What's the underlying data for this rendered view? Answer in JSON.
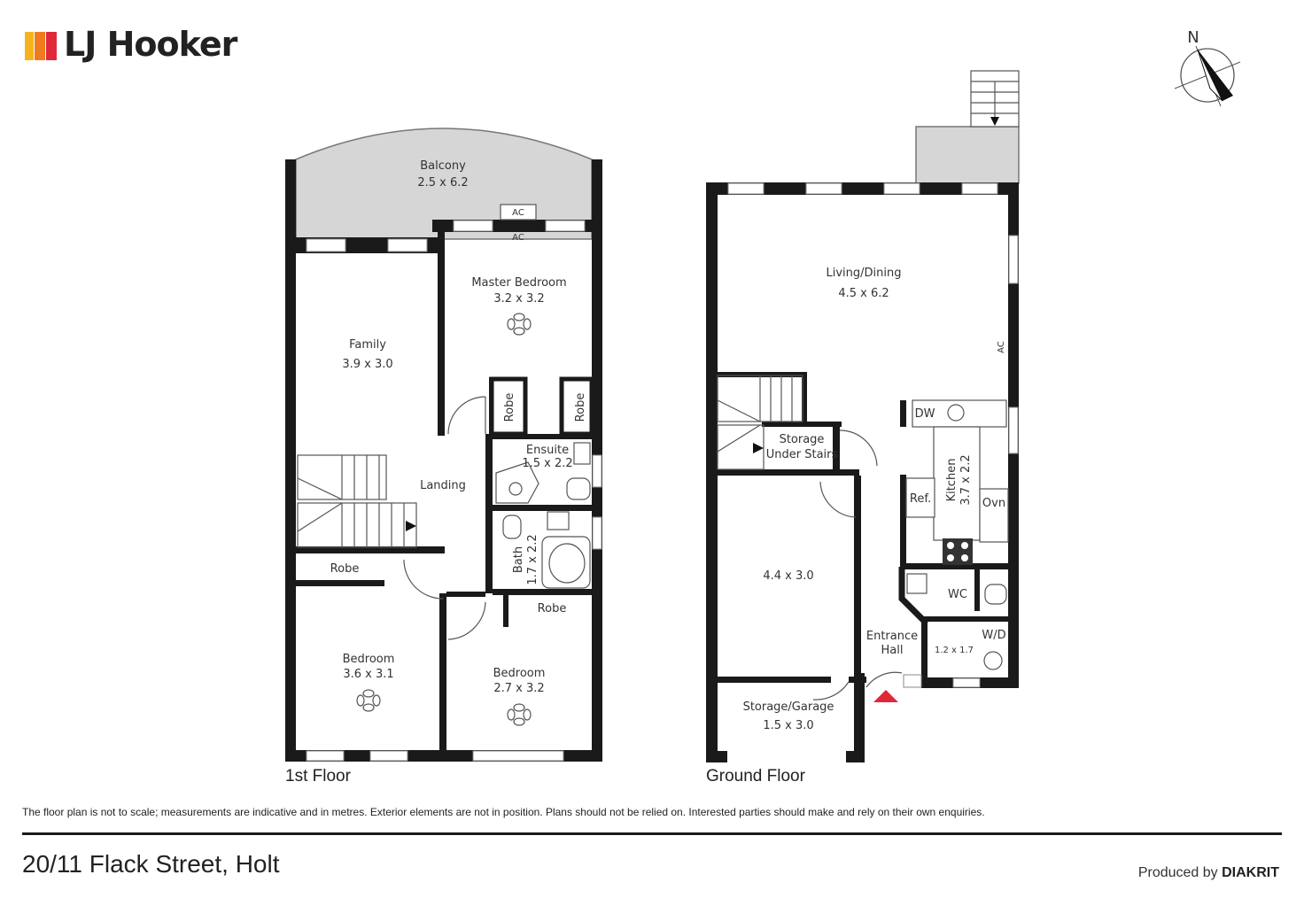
{
  "brand": {
    "name": "LJ Hooker"
  },
  "compass": {
    "label": "N"
  },
  "first_floor": {
    "title": "1st Floor",
    "rooms": {
      "balcony": {
        "name": "Balcony",
        "size": "2.5 x 6.2"
      },
      "family": {
        "name": "Family",
        "size": "3.9 x 3.0"
      },
      "master": {
        "name": "Master Bedroom",
        "size": "3.2 x 3.2"
      },
      "landing": {
        "name": "Landing"
      },
      "ensuite": {
        "name": "Ensuite",
        "size": "1.5 x 2.2"
      },
      "bath": {
        "name": "Bath",
        "size": "1.7 x 2.2"
      },
      "robe": "Robe",
      "ac": "AC",
      "bed1": {
        "name": "Bedroom",
        "size": "3.6 x 3.1"
      },
      "bed2": {
        "name": "Bedroom",
        "size": "2.7 x 3.2"
      }
    }
  },
  "ground_floor": {
    "title": "Ground Floor",
    "rooms": {
      "living": {
        "name": "Living/Dining",
        "size": "4.5 x 6.2"
      },
      "storage_stairs": {
        "line1": "Storage",
        "line2": "Under Stairs"
      },
      "kitchen": {
        "name": "Kitchen",
        "size": "3.7 x 2.2"
      },
      "dw": "DW",
      "ref": "Ref.",
      "ovn": "Ovn",
      "ac": "AC",
      "room": {
        "size": "4.4 x 3.0"
      },
      "wc": "WC",
      "wd": "W/D",
      "laundry_size": "1.2 x 1.7",
      "entrance": {
        "line1": "Entrance",
        "line2": "Hall"
      },
      "garage": {
        "name": "Storage/Garage",
        "size": "1.5 x 3.0"
      }
    }
  },
  "disclaimer": "The floor plan is not to scale; measurements are indicative and in metres. Exterior elements are not in position. Plans should not be relied on. Interested parties should make and rely on their own enquiries.",
  "address": "20/11 Flack Street, Holt",
  "produced_by": {
    "prefix": "Produced by",
    "brand": "DIAKRIT"
  },
  "colors": {
    "wall": "#1a1a1a",
    "balcony": "#d6d6d6",
    "entry_marker": "#e0283a",
    "logo_yellow": "#f5b41e",
    "logo_orange": "#f07a1e",
    "logo_red": "#e0283a"
  }
}
